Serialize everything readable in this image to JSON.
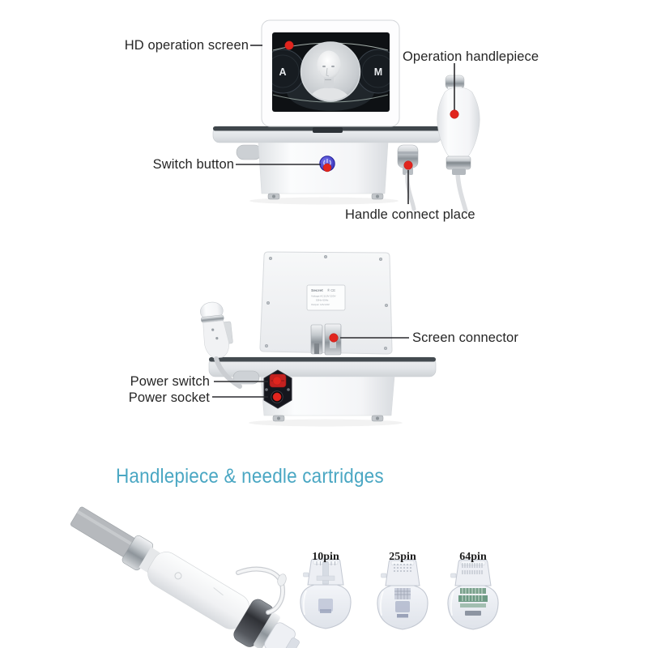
{
  "front_view": {
    "screen_mode_a": "A",
    "screen_mode_m": "M",
    "labels": {
      "hd_screen": "HD operation screen",
      "operation_handlepiece": "Operation handlepiece",
      "switch_button": "Switch button",
      "handle_connect": "Handle connect place"
    }
  },
  "back_view": {
    "labels": {
      "screen_connector": "Screen connector",
      "power_switch": "Power switch",
      "power_socket": "Power socket"
    },
    "sticker": {
      "brand": "Secret",
      "marks": "® CE",
      "line1": "Voltage:AC110V-220V",
      "line2": "50Hz-60Hz",
      "line3": "Output: 12V-24V"
    }
  },
  "bottom_section": {
    "heading": "Handlepiece & needle cartridges",
    "cartridges": [
      {
        "label": "10pin"
      },
      {
        "label": "25pin"
      },
      {
        "label": "64pin"
      }
    ]
  },
  "colors": {
    "annotation_red": "#e1251e",
    "switch_button_blue": "#3b36c6",
    "heading_teal": "#4aa7c3",
    "rocker_red": "#c32120",
    "label_text": "#262626"
  }
}
